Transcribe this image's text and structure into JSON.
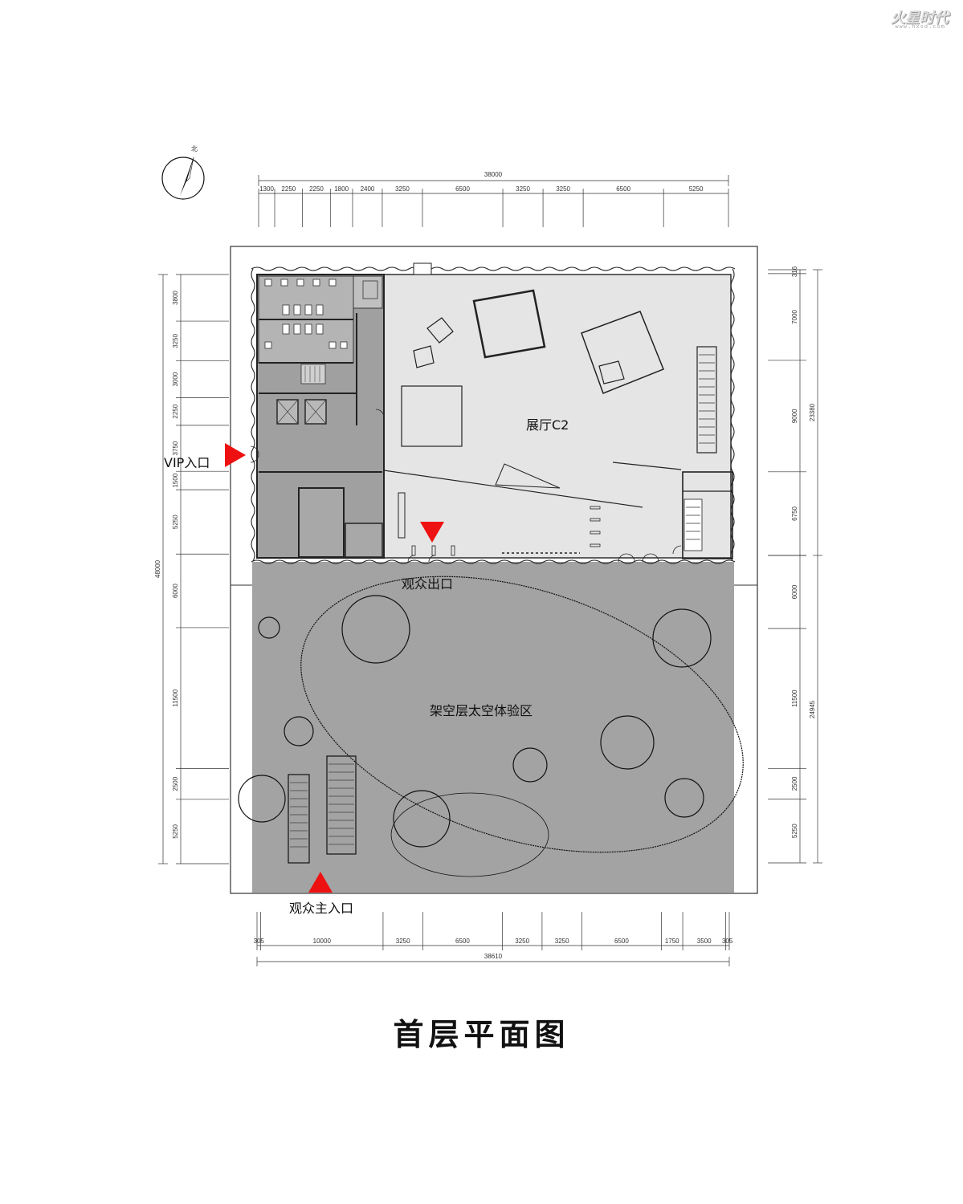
{
  "logo": {
    "text": "火星时代",
    "url": "www.hxsd.com"
  },
  "north_label": "北",
  "title": "首层平面图",
  "labels": {
    "hall": "展厅C2",
    "vip_entrance": "VIP入口",
    "audience_exit": "观众出口",
    "space_zone": "架空层太空体验区",
    "main_entrance": "观众主入口"
  },
  "dims": {
    "top_total": "38000",
    "top_segments": [
      "1300",
      "2250",
      "2250",
      "1800",
      "2400",
      "3250",
      "6500",
      "3250",
      "3250",
      "6500",
      "5250"
    ],
    "bottom_total": "38610",
    "bottom_segments": [
      "305",
      "10000",
      "3250",
      "6500",
      "3250",
      "3250",
      "6500",
      "1750",
      "3500",
      "305"
    ],
    "left_total": "48000",
    "left_segments": [
      "3800",
      "3250",
      "3000",
      "2250",
      "3750",
      "1500",
      "5250",
      "6000",
      "11500",
      "2500",
      "5250"
    ],
    "right_top_total": "23380",
    "right_top_segments": [
      "316",
      "7000",
      "9000",
      "6750"
    ],
    "right_bottom_total": "24945",
    "right_bottom_segments": [
      "6000",
      "11500",
      "2500",
      "5250"
    ]
  },
  "colors": {
    "accent_red": "#ee1111",
    "hall_fill": "#e5e5e5",
    "service_fill": "#a0a0a0",
    "zone_fill": "#a3a3a3"
  }
}
